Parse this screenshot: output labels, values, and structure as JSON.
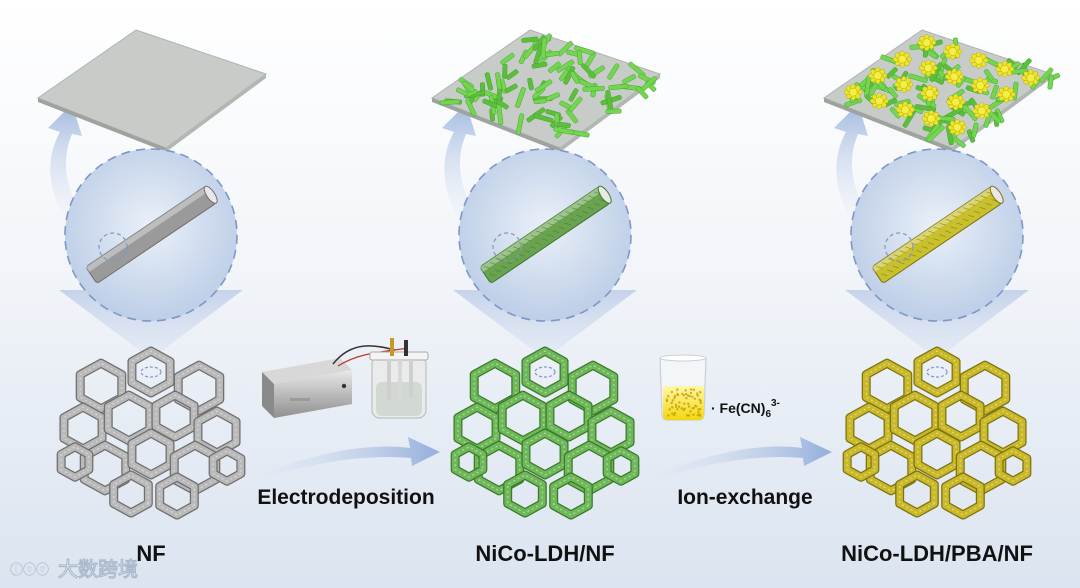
{
  "stages": [
    {
      "label": "NF",
      "color": "#b9b9b9",
      "dark": "#6e6e6e",
      "rod_color": "#9a9a9a"
    },
    {
      "label": "NiCo-LDH/NF",
      "color": "#6fb85a",
      "dark": "#3a7a2a",
      "rod_color": "#6aa34f"
    },
    {
      "label": "NiCo-LDH/PBA/NF",
      "color": "#c9b928",
      "dark": "#7d7210",
      "rod_color": "#c8c02c"
    }
  ],
  "steps": [
    {
      "label": "Electrodeposition"
    },
    {
      "label": "Ion-exchange"
    }
  ],
  "reagent": {
    "prefix": "· Fe(CN)",
    "sub": "6",
    "sup": "3-"
  },
  "watermark": {
    "text": "大数跨境",
    "logo": "ⓛⓞⓞ"
  },
  "colors": {
    "bg_top": "#ffffff",
    "bg_bottom": "#dfe7f2",
    "arrow": "#9fb6dc",
    "circle_fill": "#c9d7ec",
    "circle_stroke": "#7e96c4",
    "cone": "#c3d2ea",
    "sheet": "#c7cbc8",
    "green": "#6fd14e",
    "yellow": "#e8e31f"
  }
}
